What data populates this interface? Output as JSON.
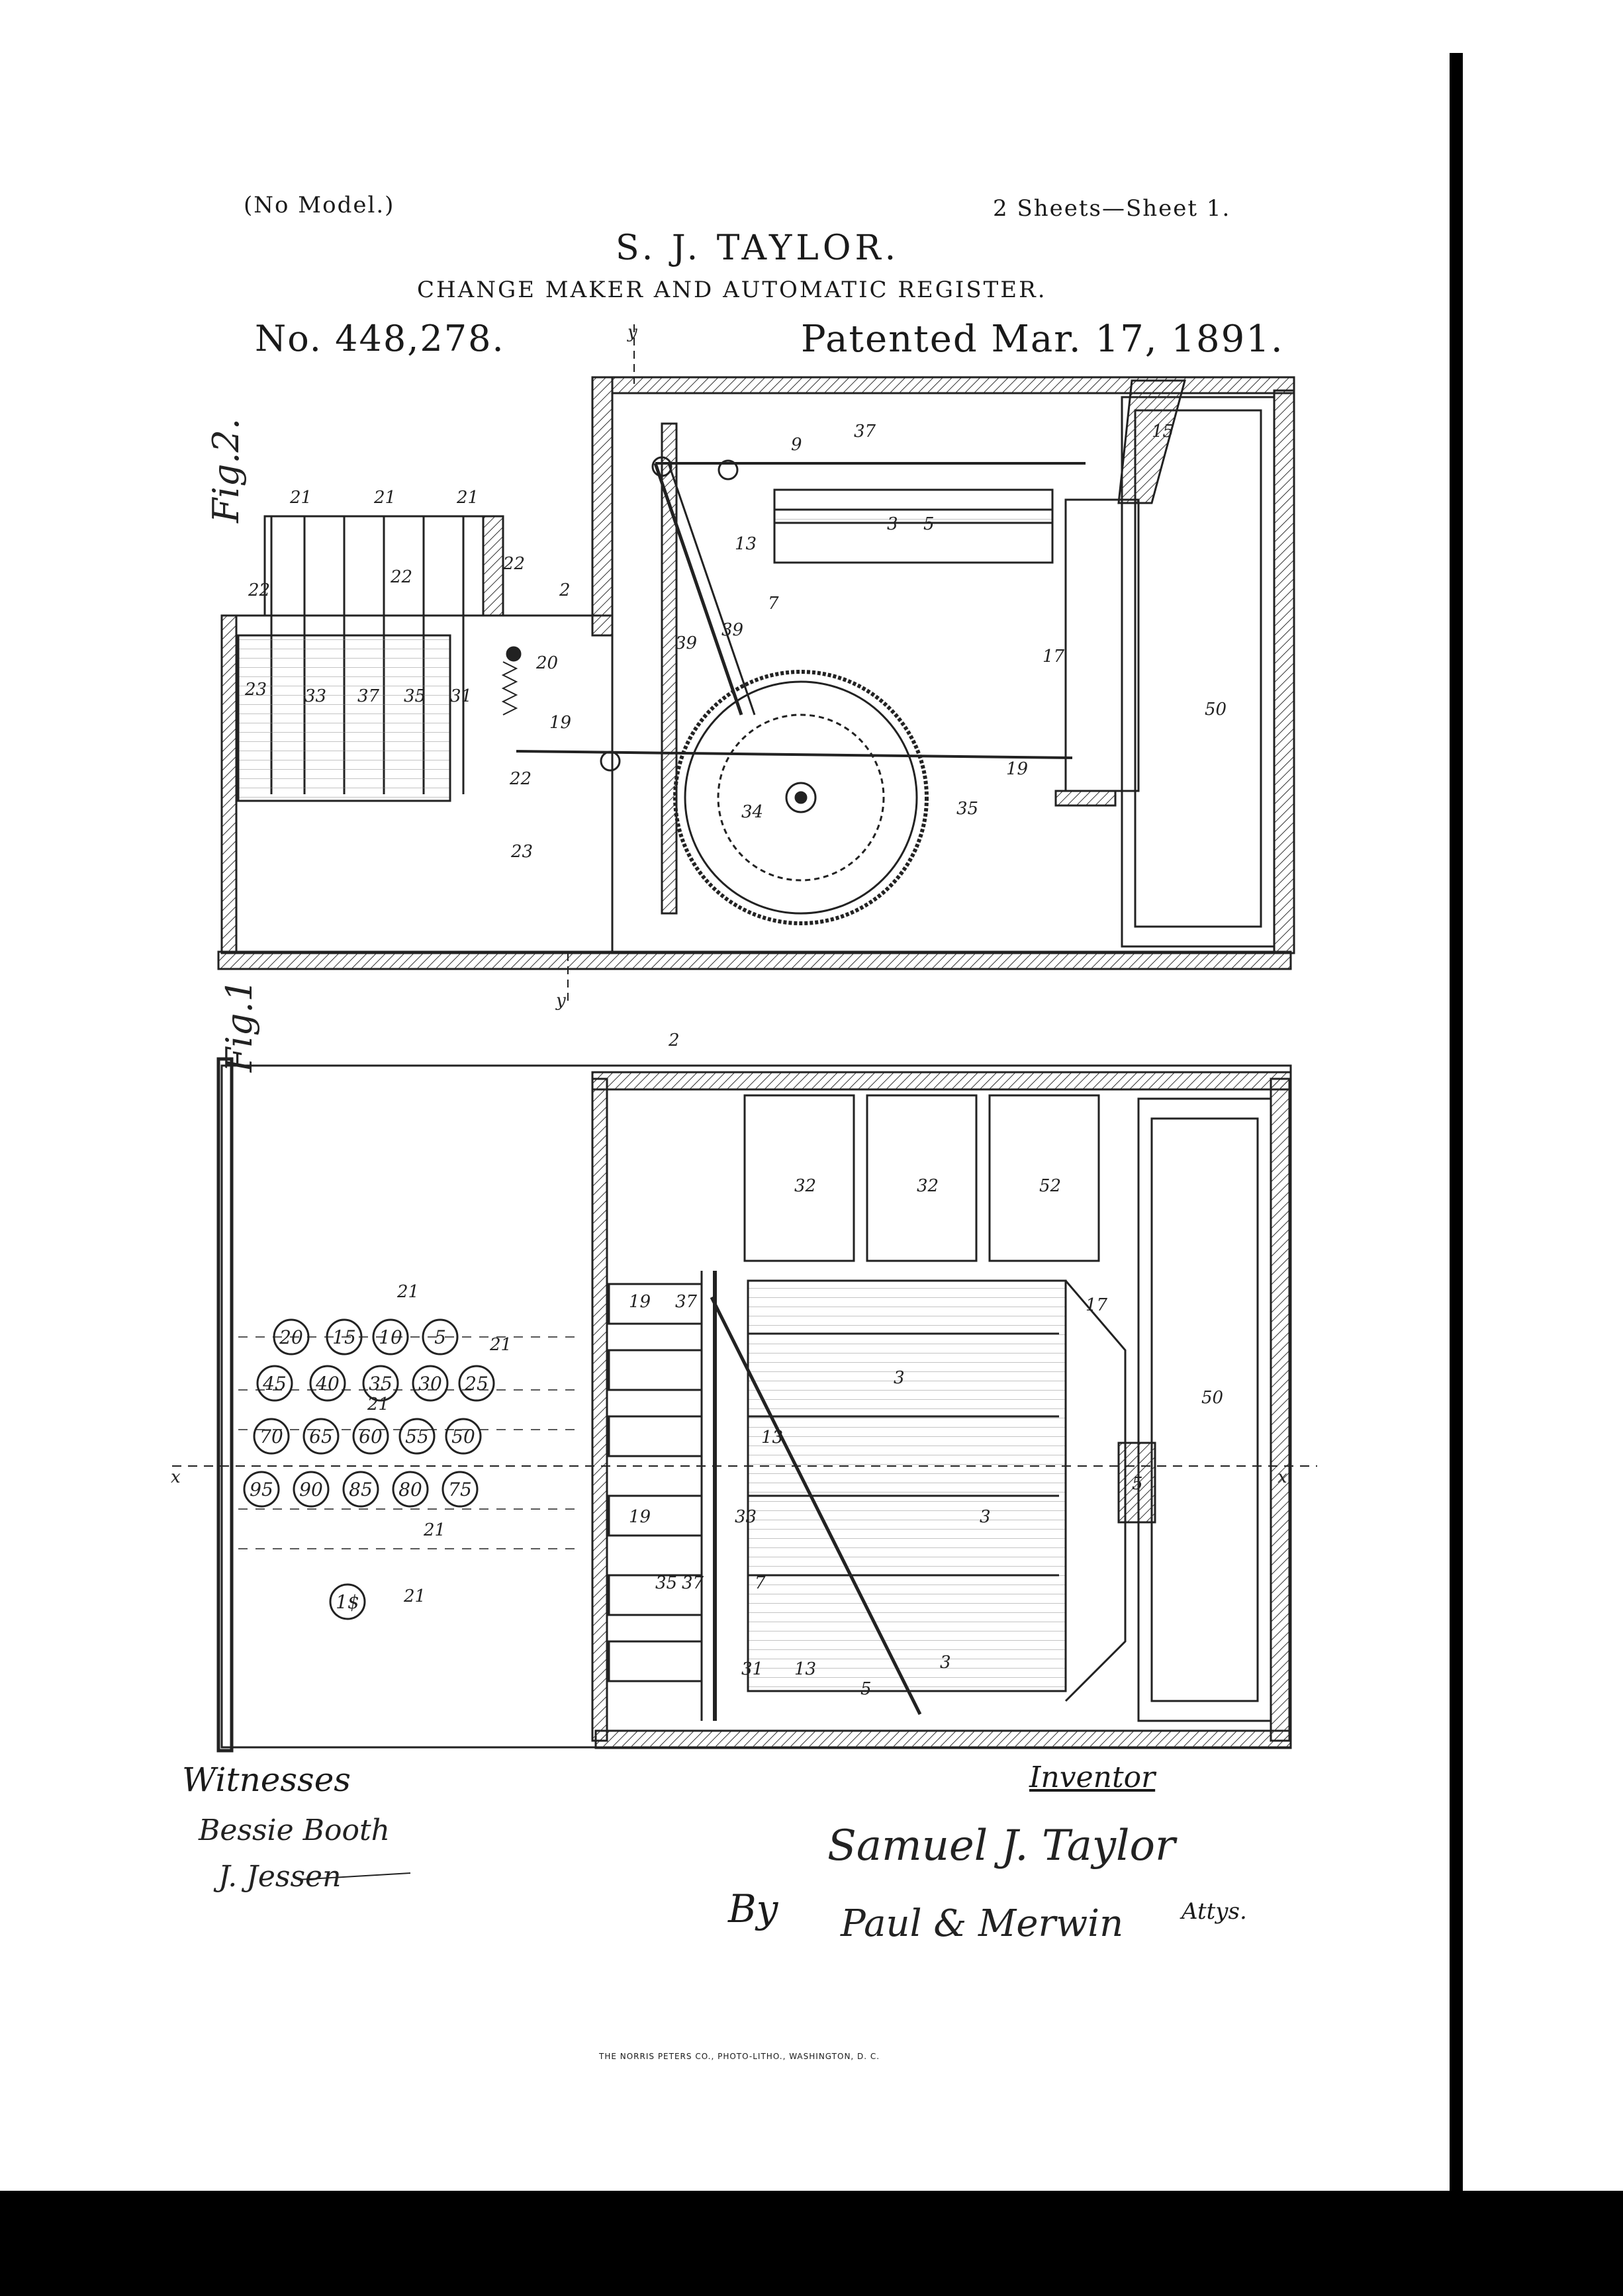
{
  "header": {
    "no_model": "(No Model.)",
    "sheets": "2 Sheets—Sheet 1.",
    "inventor_name": "S. J. TAYLOR.",
    "title": "CHANGE MAKER AND AUTOMATIC REGISTER.",
    "patent_number": "No. 448,278.",
    "patent_date": "Patented Mar. 17, 1891."
  },
  "figures": {
    "fig2_label": "Fig.2.",
    "fig1_label": "Fig.1",
    "fig2_refs": [
      "21",
      "21",
      "21",
      "22",
      "22",
      "22",
      "2",
      "23",
      "20",
      "19",
      "22",
      "23",
      "9",
      "37",
      "3",
      "5",
      "13",
      "7",
      "39",
      "39",
      "17",
      "15",
      "35",
      "19",
      "34",
      "50",
      "37",
      "33",
      "35",
      "31"
    ],
    "fig1_refs": [
      "2",
      "32",
      "32",
      "52",
      "50",
      "5",
      "17",
      "37",
      "19",
      "19",
      "35",
      "37",
      "33",
      "13",
      "7",
      "3",
      "3",
      "3",
      "13",
      "5",
      "31",
      "21",
      "21",
      "21",
      "21",
      "21"
    ],
    "section_marks": [
      "y",
      "y",
      "x",
      "x"
    ],
    "coin_rows": [
      [
        "20",
        "15",
        "10",
        "5"
      ],
      [
        "45",
        "40",
        "35",
        "30",
        "25"
      ],
      [
        "70",
        "65",
        "60",
        "55",
        "50"
      ],
      [
        "95",
        "90",
        "85",
        "80",
        "75"
      ],
      [
        "1$"
      ]
    ]
  },
  "signatures": {
    "witnesses_label": "Witnesses",
    "witness_names": [
      "Bessie Booth",
      "J. Jessen"
    ],
    "inventor_label": "Inventor",
    "inventor_signature": "Samuel J. Taylor",
    "by_label": "By",
    "attorneys_signature": "Paul & Merwin",
    "attorneys_suffix": "Attys."
  },
  "footer": {
    "printer": "THE NORRIS PETERS CO., PHOTO-LITHO., WASHINGTON, D. C."
  }
}
